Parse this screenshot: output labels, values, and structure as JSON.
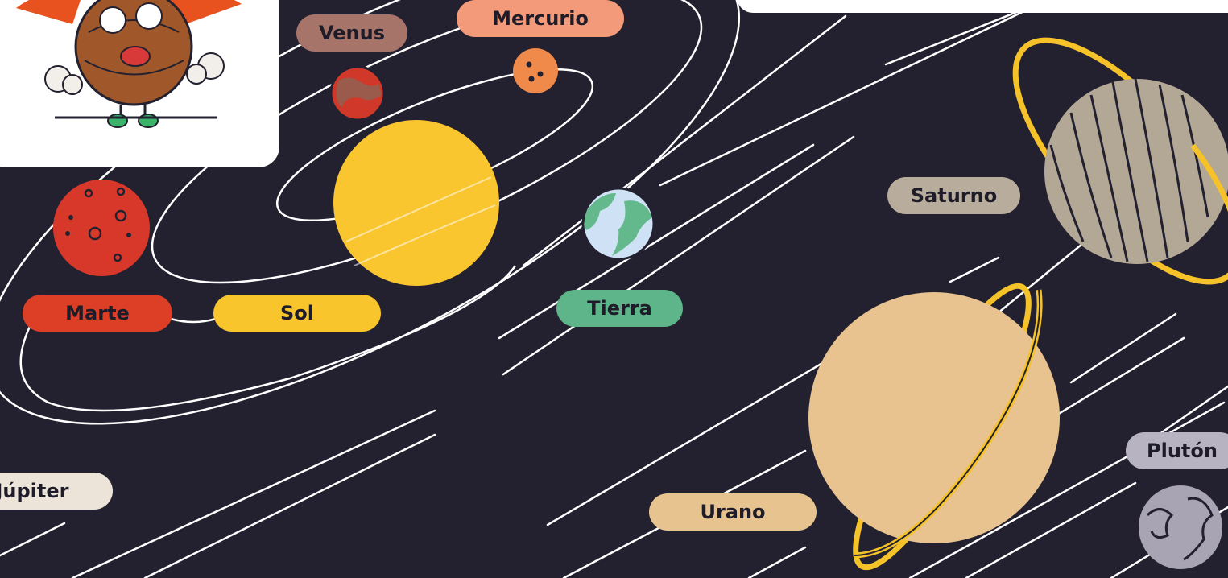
{
  "planets": {
    "mercurio": {
      "label": "Mercurio",
      "color": "#f29a79",
      "planet_color": "#f08a4b"
    },
    "venus": {
      "label": "Venus",
      "color": "#a7746a",
      "planet_color": "#9a5b4c"
    },
    "sol": {
      "label": "Sol",
      "color": "#f9c52c",
      "planet_color": "#fac630"
    },
    "marte": {
      "label": "Marte",
      "color": "#dc3e26",
      "planet_color": "#d8382a"
    },
    "tierra": {
      "label": "Tierra",
      "color": "#5fb58a",
      "planet_color": "#63b98c"
    },
    "jupiter": {
      "label": "Júpiter",
      "color": "#ece4d8",
      "planet_color": "#e8c38e"
    },
    "saturno": {
      "label": "Saturno",
      "color": "#b8ac9c",
      "planet_color": "#b3a796"
    },
    "urano": {
      "label": "Urano",
      "color": "#e7c390",
      "planet_color": "#e8c38f"
    },
    "pluton": {
      "label": "Plutón",
      "color": "#b7b3c0",
      "planet_color": "#a8a4b4"
    }
  },
  "colors": {
    "background": "#232130",
    "orbit_lines": "#ffffff",
    "ring": "#f5c22a"
  },
  "icons": {
    "mascot": "cartoon-planet-mascot-icon"
  }
}
